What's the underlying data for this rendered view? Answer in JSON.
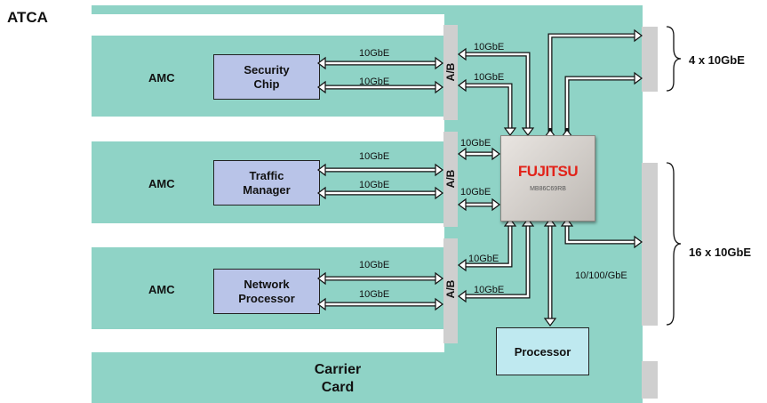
{
  "title": "ATCA",
  "amc_label": "AMC",
  "modules": [
    {
      "name_line1": "Security",
      "name_line2": "Chip",
      "link_top": "10GbE",
      "link_bottom": "10GbE"
    },
    {
      "name_line1": "Traffic",
      "name_line2": "Manager",
      "link_top": "10GbE",
      "link_bottom": "10GbE"
    },
    {
      "name_line1": "Network",
      "name_line2": "Processor",
      "link_top": "10GbE",
      "link_bottom": "10GbE"
    }
  ],
  "ab_label": "A/B",
  "chip": {
    "brand": "FUJITSU",
    "part": "MB86C69RB"
  },
  "chip_links": [
    "10GbE",
    "10GbE",
    "10GbE",
    "10GbE",
    "10GbE",
    "10GbE"
  ],
  "processor": "Processor",
  "carrier": {
    "line1": "Carrier",
    "line2": "Card"
  },
  "mgmt_link": "10/100/GbE",
  "port_groups": [
    {
      "label": "4 x 10GbE"
    },
    {
      "label": "16 x 10GbE"
    }
  ],
  "colors": {
    "card": "#8fd3c6",
    "module": "#b9c4e8",
    "processor": "#bfe9f0",
    "connector": "#cfcfcf",
    "brand": "#e2231a"
  }
}
